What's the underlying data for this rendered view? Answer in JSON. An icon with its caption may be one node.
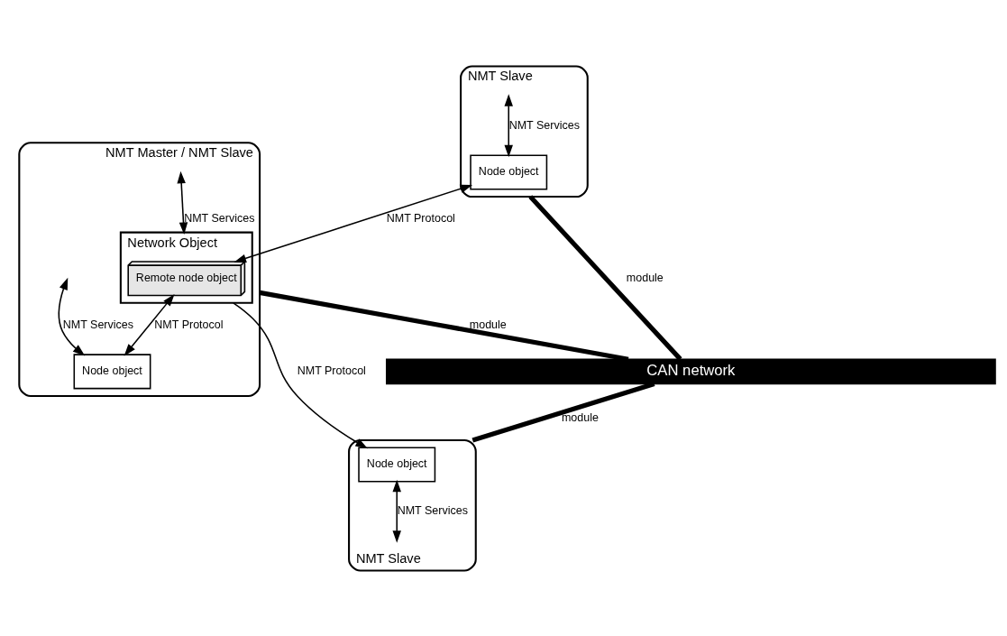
{
  "diagram": {
    "nodes": [
      {
        "text": [
          "NMT Slave"
        ]
      },
      {
        "text": [
          "Node object"
        ],
        "in": 0
      },
      {
        "text": [
          "NMT Master / NMT Slave"
        ]
      },
      {
        "text": [
          "Network Object"
        ],
        "in": 2
      },
      {
        "text": [
          "Remote node object"
        ],
        "in": 3
      },
      {
        "text": [
          "Node object"
        ],
        "in": 2
      },
      {
        "text": [
          "NMT Slave"
        ]
      },
      {
        "text": [
          "Node object"
        ],
        "in": 6
      },
      {
        "text": [
          "CAN network"
        ]
      }
    ],
    "edges": [
      {
        "from": null,
        "to": 1,
        "arrow": "both",
        "label": "NMT Services"
      },
      {
        "from": null,
        "to": 3,
        "arrow": "both",
        "label": "NMT Services"
      },
      {
        "from": null,
        "to": 5,
        "arrow": "both",
        "label": "NMT Services"
      },
      {
        "from": 1,
        "to": 4,
        "arrow": "both",
        "label": "NMT Protocol"
      },
      {
        "from": 4,
        "to": 5,
        "arrow": "both",
        "label": "NMT Protocol"
      },
      {
        "from": 3,
        "to": 7,
        "arrow": "to",
        "label": "NMT Protocol"
      },
      {
        "from": 0,
        "to": 8,
        "arrow": "none",
        "label": "module",
        "style": "thick"
      },
      {
        "from": 2,
        "to": 8,
        "arrow": "none",
        "label": "module",
        "style": "thick"
      },
      {
        "from": 8,
        "to": 6,
        "arrow": "none",
        "label": "module",
        "style": "thick"
      },
      {
        "from": 7,
        "to": null,
        "arrow": "both",
        "label": "NMT Services"
      }
    ]
  }
}
